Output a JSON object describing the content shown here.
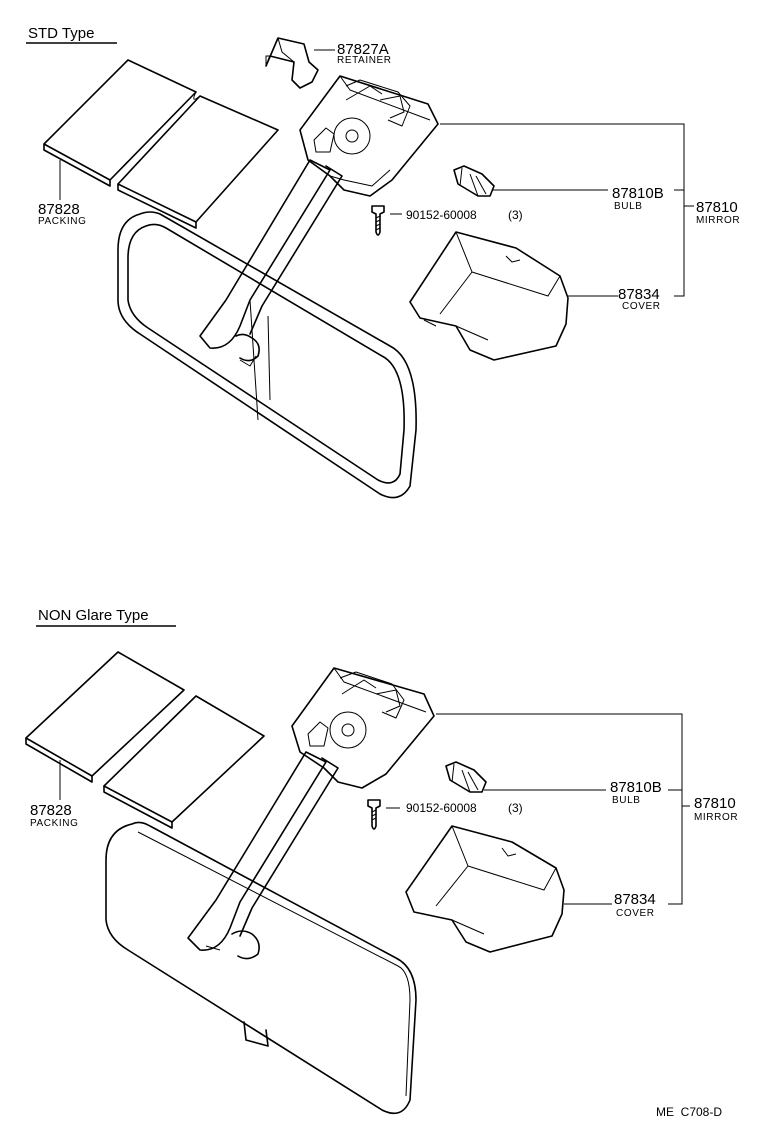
{
  "std": {
    "title": "STD Type",
    "retainer": {
      "pn": "87827A",
      "name": "RETAINER"
    },
    "packing": {
      "pn": "87828",
      "name": "PACKING"
    },
    "bulb": {
      "pn": "87810B",
      "name": "BULB"
    },
    "mirror": {
      "pn": "87810",
      "name": "MIRROR"
    },
    "screw": {
      "pn": "90152-60008",
      "qty": "(3)"
    },
    "cover": {
      "pn": "87834",
      "name": "COVER"
    }
  },
  "nonglare": {
    "title": "NON Glare Type",
    "packing": {
      "pn": "87828",
      "name": "PACKING"
    },
    "bulb": {
      "pn": "87810B",
      "name": "BULB"
    },
    "mirror": {
      "pn": "87810",
      "name": "MIRROR"
    },
    "screw": {
      "pn": "90152-60008",
      "qty": "(3)"
    },
    "cover": {
      "pn": "87834",
      "name": "COVER"
    }
  },
  "figure_code": "ME  C708-D"
}
